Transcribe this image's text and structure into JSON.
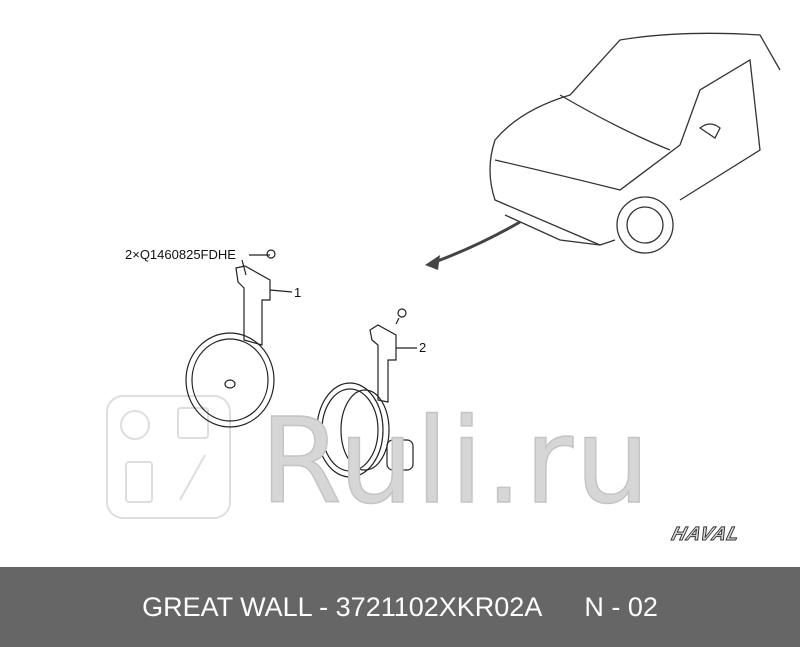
{
  "callouts": {
    "bolt_note": "2×Q1460825FDHE",
    "part_1": "1",
    "part_2": "2"
  },
  "watermark": "Ruli.ru",
  "logo": "HAVAL",
  "footer": {
    "title": "GREAT WALL - 3721102XKR02A",
    "page": "N - 02"
  },
  "colors": {
    "footer_bg": "#666666",
    "footer_text": "#ffffff"
  }
}
